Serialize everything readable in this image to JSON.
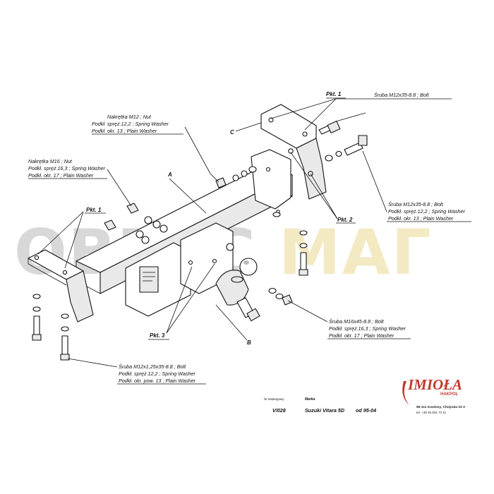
{
  "watermark": {
    "text_left": "OBBEC",
    "text_right": "МАГ",
    "color_left": "#d8d8d8",
    "color_right": "#f3e9c3"
  },
  "callouts": {
    "pkt1_top": "Pkt. 1",
    "pkt1_left": "Pkt. 1",
    "pkt2": "Pkt. 2",
    "pkt3": "Pkt. 3",
    "letter_a": "A",
    "letter_b": "B",
    "letter_c": "C"
  },
  "labels": {
    "nut_m12": [
      "Nakrętka  M12 ; Nut",
      "Podkł. spręż.12,2 ; Spring Washer",
      "Podkł. okr. 13 ; Plain Washer"
    ],
    "nut_m16": [
      "Nakrętka  M16 ; Nut",
      "Podkł. spręż.16,3 ; Spring Washer",
      "Podkł. okr. 17 ; Plain Washer"
    ],
    "bolt_m12_top": [
      "Śruba M12x35-8.8 ;  Bolt"
    ],
    "bolt_m12_right": [
      "Śruba M12x35-8.8 ;  Bolt",
      "Podkł. spręż.12,2 ; Spring Washer",
      "Podkł. okr. 13 ; Plain Washer"
    ],
    "bolt_m16": [
      "Śruba M16x45-8.8 ;  Bolt",
      "Podkł. spręż.16,3 ; Spring Washer",
      "Podkł. okr. 17 ; Plain Washer"
    ],
    "bolt_m12_fine": [
      "Śruba M12x1,25x35-8.8 ;  Bolt",
      "Podkł. spręż.12,2 ; Spring Washer",
      "Podkł. okr. pow. 13 ; Plain Washer"
    ]
  },
  "title_block": {
    "catalog_header": "Nr katalogowy",
    "catalog_number": "V/028",
    "make_header": "Marka",
    "model": "Suzuki Vitara 5D",
    "years": "od 95-04"
  },
  "brand": {
    "name": "IMIOŁA",
    "sub": "HAKPOL",
    "address": "96-111 Kowiesy, Chojnata 23 A",
    "phone": "tel. +48 46 831 73 11",
    "color": "#c0392b"
  }
}
